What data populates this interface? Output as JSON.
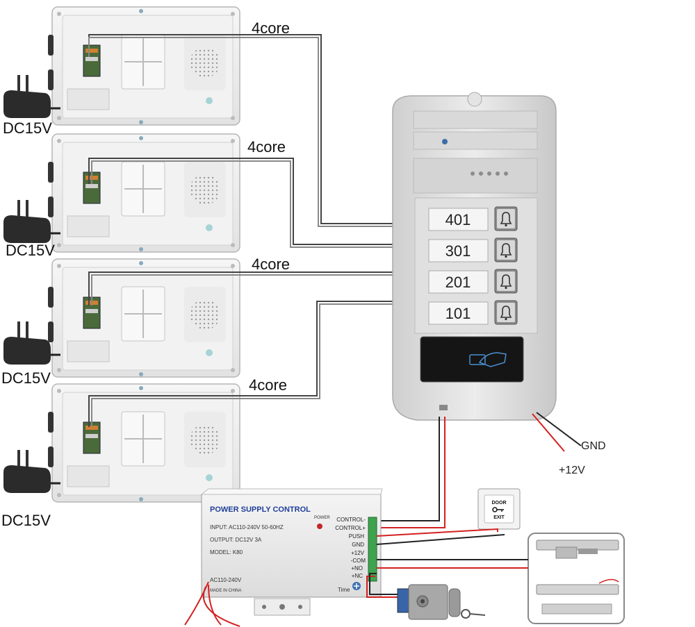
{
  "monitors": [
    {
      "wire_label": "4core",
      "power_label": "DC15V"
    },
    {
      "wire_label": "4core",
      "power_label": "DC15V"
    },
    {
      "wire_label": "4core",
      "power_label": "DC15V"
    },
    {
      "wire_label": "4core",
      "power_label": "DC15V"
    }
  ],
  "door_panel": {
    "apartments": [
      "401",
      "301",
      "201",
      "101"
    ],
    "wire_labels": {
      "gnd": "GND",
      "plus12": "+12V"
    }
  },
  "power_supply": {
    "title": "POWER SUPPLY CONTROL",
    "power_led_label": "POWER",
    "input": "INPUT: AC110-240V 50-60HZ",
    "output": "OUTPUT: DC12V 3A",
    "model": "MODEL: K80",
    "ac": "AC110-240V",
    "made": "MADE IN CHINA",
    "time": "Time",
    "terminals": [
      "CONTROL-",
      "CONTROL+",
      "PUSH",
      "GND",
      "+12V",
      "-COM",
      "+NO",
      "+NC"
    ]
  },
  "exit_button": {
    "line1": "DOOR",
    "line2": "EXIT"
  },
  "colors": {
    "wire_red": "#d42020",
    "wire_black": "#222222",
    "panel": "#dedede",
    "monitor": "#eeeeee"
  }
}
